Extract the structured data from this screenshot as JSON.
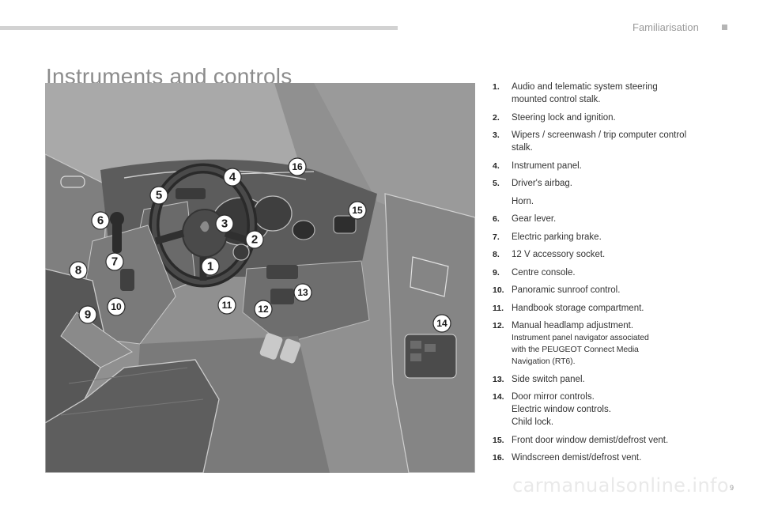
{
  "header": {
    "section_label": "Familiarisation"
  },
  "title": "Instruments and controls",
  "callouts": [
    "1",
    "2",
    "3",
    "4",
    "5",
    "6",
    "7",
    "8",
    "9",
    "10",
    "11",
    "12",
    "13",
    "14",
    "15",
    "16"
  ],
  "legend": [
    {
      "num": "1.",
      "lines": [
        "Audio and telematic system steering",
        "mounted control stalk."
      ]
    },
    {
      "num": "2.",
      "lines": [
        "Steering lock and ignition."
      ]
    },
    {
      "num": "3.",
      "lines": [
        "Wipers / screenwash / trip computer control",
        "stalk."
      ]
    },
    {
      "num": "4.",
      "lines": [
        "Instrument panel."
      ]
    },
    {
      "num": "5.",
      "lines": [
        "Driver's airbag."
      ]
    },
    {
      "num": "",
      "lines": [
        "Horn."
      ]
    },
    {
      "num": "6.",
      "lines": [
        "Gear lever."
      ]
    },
    {
      "num": "7.",
      "lines": [
        "Electric parking brake."
      ]
    },
    {
      "num": "8.",
      "lines": [
        "12 V accessory socket."
      ]
    },
    {
      "num": "9.",
      "lines": [
        "Centre console."
      ]
    },
    {
      "num": "10.",
      "lines": [
        "Panoramic sunroof control."
      ]
    },
    {
      "num": "11.",
      "lines": [
        "Handbook storage compartment."
      ]
    },
    {
      "num": "12.",
      "lines": [
        "Manual headlamp adjustment."
      ],
      "sublines": [
        "Instrument panel navigator associated",
        "with the PEUGEOT Connect Media",
        "Navigation (RT6)."
      ]
    },
    {
      "num": "13.",
      "lines": [
        "Side switch panel."
      ]
    },
    {
      "num": "14.",
      "lines": [
        "Door mirror controls.",
        "Electric window controls.",
        "Child lock."
      ]
    },
    {
      "num": "15.",
      "lines": [
        "Front door window demist/defrost vent."
      ]
    },
    {
      "num": "16.",
      "lines": [
        "Windscreen demist/defrost vent."
      ]
    }
  ],
  "page_number": "9",
  "watermark": "carmanualsonline.info",
  "colors": {
    "illustration_bg": "#909090",
    "callout_fill": "#ffffff",
    "title": "#8c8c8c"
  }
}
